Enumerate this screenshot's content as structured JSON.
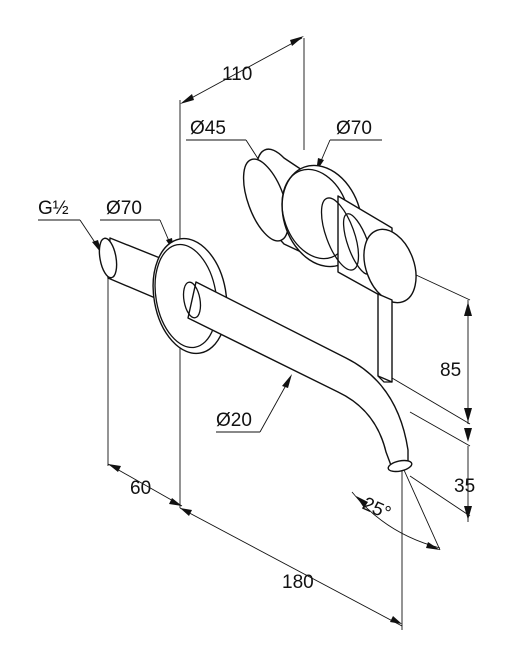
{
  "labels": {
    "dim_110": "110",
    "dia_45": "Ø45",
    "dia_70_rosette": "Ø70",
    "thread": "G½",
    "dia_70_spout": "Ø70",
    "dia_20": "Ø20",
    "dim_85": "85",
    "dim_60": "60",
    "dim_35": "35",
    "angle_25": "25°",
    "dim_180": "180"
  }
}
